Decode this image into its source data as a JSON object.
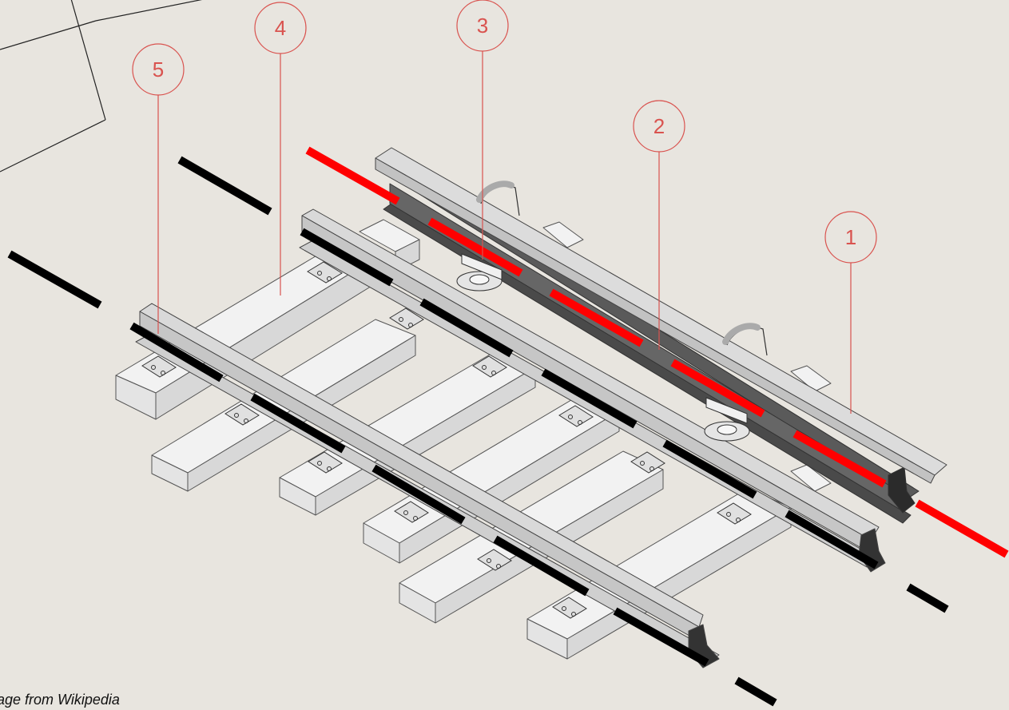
{
  "diagram": {
    "subject": "railway-track-exploded-view",
    "callouts": [
      {
        "id": "1",
        "label": "1"
      },
      {
        "id": "2",
        "label": "2"
      },
      {
        "id": "3",
        "label": "3"
      },
      {
        "id": "4",
        "label": "4"
      },
      {
        "id": "5",
        "label": "5"
      }
    ],
    "colors": {
      "background": "#e8e5df",
      "callout": "#d9534f",
      "red_dash": "#ff0000",
      "black_dash": "#000000",
      "rail": "#d9d9d9",
      "dark_rail": "#555555",
      "sleeper": "#e6e6e6"
    }
  },
  "credit": "Image from Wikipedia"
}
